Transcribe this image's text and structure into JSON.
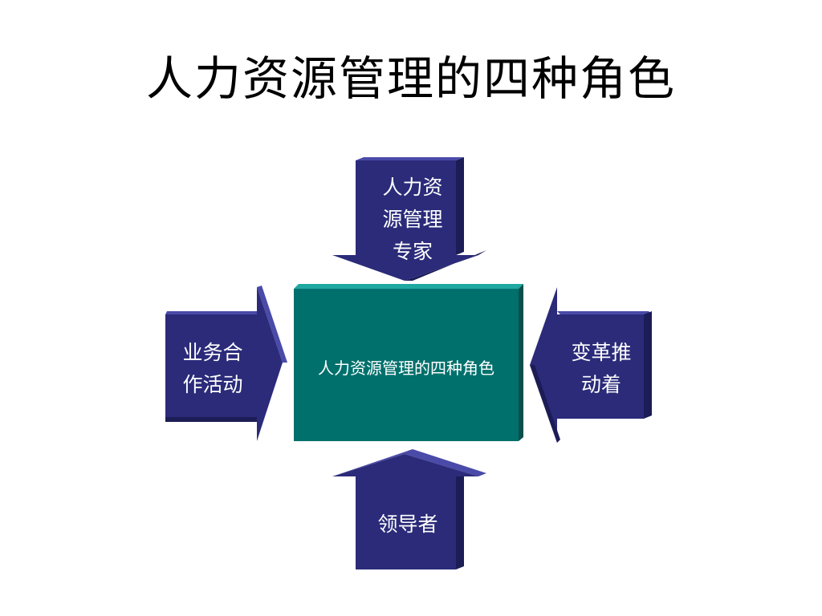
{
  "title": "人力资源管理的四种角色",
  "diagram": {
    "center": {
      "label": "人力资源管理的四种角色"
    },
    "top": {
      "label": "人力资\n源管理\n  专家"
    },
    "left": {
      "label": "业务合\n作活动"
    },
    "right": {
      "label": "变革推\n动着"
    },
    "bottom": {
      "label": "领导者"
    }
  },
  "colors": {
    "arrow_face": "#2B2B7A",
    "arrow_side": "#1C1C56",
    "arrow_light": "#4A4AA8",
    "center_face": "#00706C",
    "center_top": "#1FA8A2",
    "center_side": "#0B4F4C",
    "text": "#FFFFFF",
    "background": "#FFFFFF"
  }
}
